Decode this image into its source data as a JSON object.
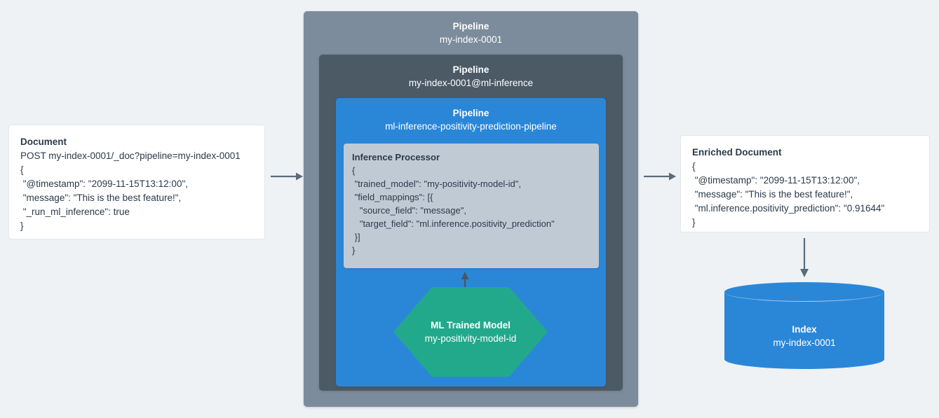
{
  "colors": {
    "background": "#eef2f5",
    "pipeline_outer": "#7c8c9c",
    "pipeline_middle": "#4c5a66",
    "pipeline_inner": "#2a87d8",
    "processor_box": "#c0cad5",
    "ml_model": "#22a98c",
    "index": "#2a87d8",
    "arrow": "#5a6b7b",
    "card_background": "#ffffff",
    "text_dark": "#2b3a4a",
    "text_light": "#ffffff"
  },
  "document": {
    "title": "Document",
    "lines": [
      "POST my-index-0001/_doc?pipeline=my-index-0001",
      "{",
      " \"@timestamp\": \"2099-11-15T13:12:00\",",
      " \"message\": \"This is the best feature!\",",
      " \"_run_ml_inference\": true",
      "}"
    ]
  },
  "pipelines": {
    "outer": {
      "title": "Pipeline",
      "name": "my-index-0001"
    },
    "middle": {
      "title": "Pipeline",
      "name": "my-index-0001@ml-inference"
    },
    "inner": {
      "title": "Pipeline",
      "name": "ml-inference-positivity-prediction-pipeline"
    }
  },
  "inference_processor": {
    "title": "Inference Processor",
    "lines": [
      "{",
      " \"trained_model\": \"my-positivity-model-id\",",
      " \"field_mappings\": [{",
      "   \"source_field\": \"message\",",
      "   \"target_field\": \"ml.inference.positivity_prediction\"",
      " }]",
      "}"
    ]
  },
  "ml_model": {
    "title": "ML Trained Model",
    "name": "my-positivity-model-id"
  },
  "enriched_document": {
    "title": "Enriched Document",
    "lines": [
      "{",
      " \"@timestamp\": \"2099-11-15T13:12:00\",",
      " \"message\": \"This is the best feature!\",",
      " \"ml.inference.positivity_prediction\": \"0.91644\"",
      "}"
    ]
  },
  "index": {
    "title": "Index",
    "name": "my-index-0001"
  },
  "arrows": {
    "document_to_pipeline": "arrow-right-icon",
    "pipeline_to_enriched": "arrow-right-icon",
    "model_to_processor": "arrow-up-icon",
    "enriched_to_index": "arrow-down-icon"
  }
}
